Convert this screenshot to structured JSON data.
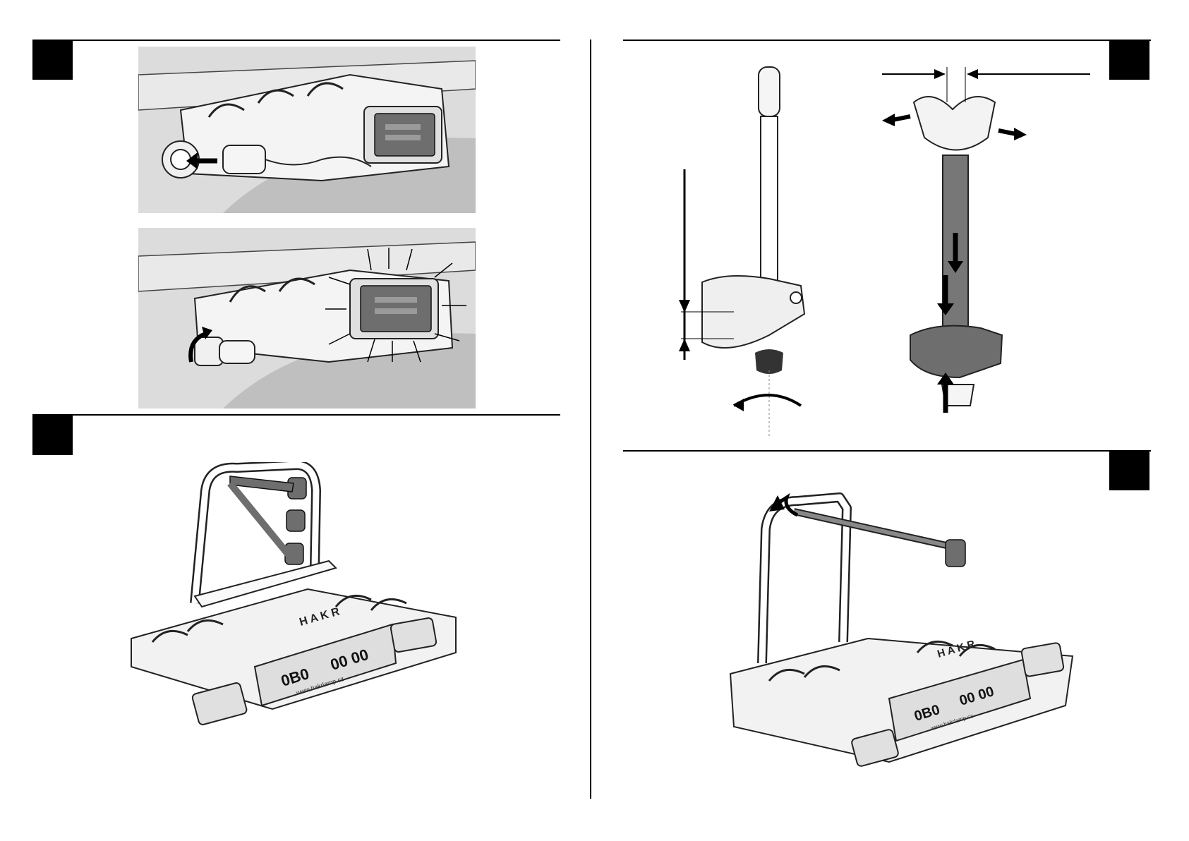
{
  "figures": {
    "top_left": {
      "alt": "Plug inserted into tow bar socket and lights flashing"
    },
    "bottom_left": {
      "alt": "Bike carrier assembled with three bike holders"
    },
    "top_right": {
      "alt": "Frame holder clamp adjustment"
    },
    "bottom_right": {
      "alt": "Bike carrier with frame holder arm"
    }
  },
  "carrier_branding": {
    "brand": "H A K R",
    "plate_left": "0B0",
    "plate_right": "00 00",
    "url": "www.hakrlamp.cz"
  },
  "colors": {
    "ink": "#000000",
    "gray_light": "#d9d9d9",
    "gray_mid": "#bdbdbd",
    "gray_dark": "#7a7a7a"
  }
}
